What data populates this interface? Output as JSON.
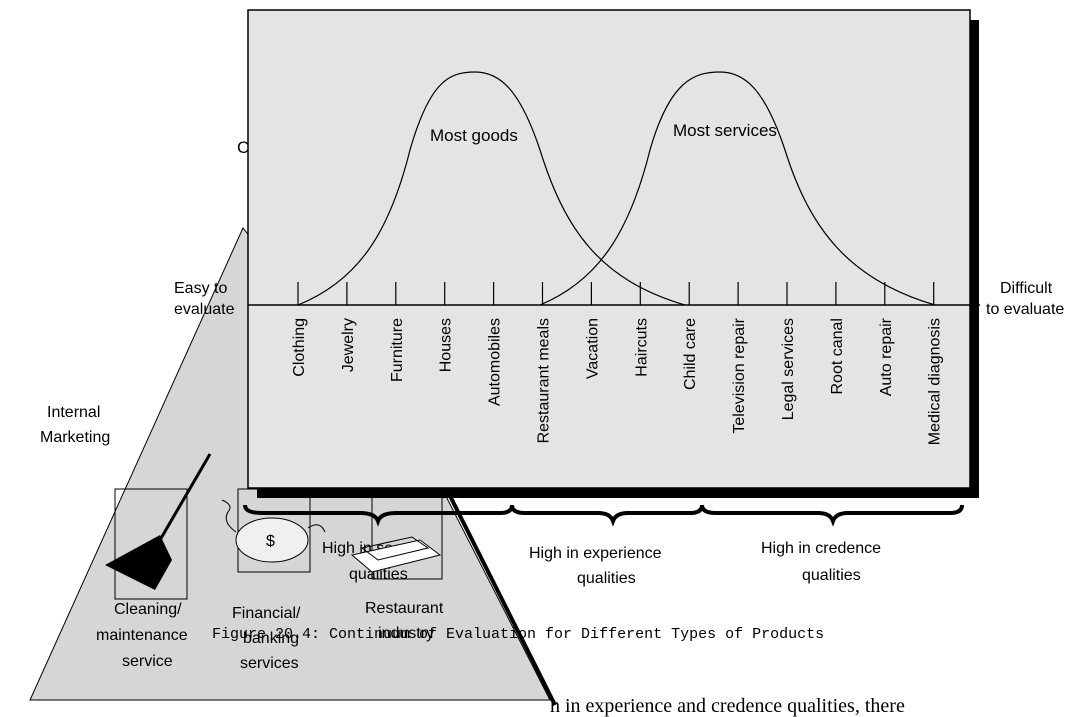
{
  "curves": {
    "goods_label": "Most goods",
    "services_label": "Most services"
  },
  "scale": {
    "left_label_line1": "Easy to",
    "left_label_line2": "evaluate",
    "right_label_line1": "Difficult",
    "right_label_line2": "to evaluate",
    "products": [
      "Clothing",
      "Jewelry",
      "Furniture",
      "Houses",
      "Automobiles",
      "Restaurant meals",
      "Vacation",
      "Haircuts",
      "Child care",
      "Television repair",
      "Legal services",
      "Root canal",
      "Auto repair",
      "Medical diagnosis"
    ]
  },
  "brackets": {
    "search_line1": "High in search",
    "search_line2": "qualities",
    "experience_line1": "High in experience",
    "experience_line2": "qualities",
    "credence_line1": "High in credence",
    "credence_line2": "qualities"
  },
  "caption": "Figure 20.4: Continuum of Evaluation for Different Types of Products",
  "overlay": {
    "fragment_letter": "C",
    "internal_line1": "Internal",
    "internal_line2": "Marketing",
    "cleaning_line1": "Cleaning/",
    "cleaning_line2": "maintenance",
    "cleaning_line3": "service",
    "financial_line1": "Financial/",
    "financial_line2": "banking",
    "financial_line3": "services",
    "restaurant_line1": "Restaurant",
    "restaurant_line2": "industry",
    "dollar_sign": "$"
  },
  "body_text_fragment": "h in experience and credence qualities, there"
}
